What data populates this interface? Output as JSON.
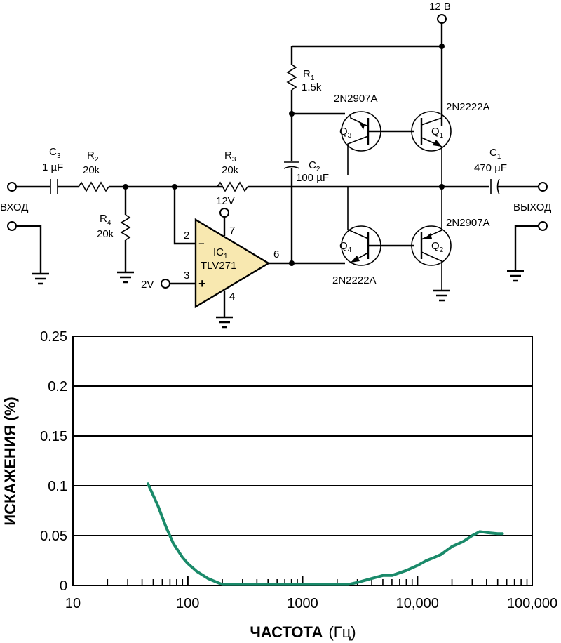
{
  "circuit": {
    "supply_top": "12 В",
    "input_label": "ВХОД",
    "output_label": "ВЫХОД",
    "c3": {
      "name": "C",
      "sub": "3",
      "value": "1 µF"
    },
    "r2": {
      "name": "R",
      "sub": "2",
      "value": "20k"
    },
    "r4": {
      "name": "R",
      "sub": "4",
      "value": "20k"
    },
    "r3": {
      "name": "R",
      "sub": "3",
      "value": "20k"
    },
    "r1": {
      "name": "R",
      "sub": "1",
      "value": "1.5k"
    },
    "c2": {
      "name": "C",
      "sub": "2",
      "value": "100 µF"
    },
    "c1": {
      "name": "C",
      "sub": "1",
      "value": "470 µF"
    },
    "opamp": {
      "name": "IC",
      "sub": "1",
      "part": "TLV271",
      "supply": "12V",
      "ref": "2V",
      "pins": {
        "inv": "2",
        "noninv": "3",
        "vplus": "7",
        "vminus": "4",
        "out": "6"
      },
      "minus": "−",
      "plus": "+"
    },
    "q3": {
      "name": "Q",
      "sub": "3",
      "part": "2N2907A"
    },
    "q1": {
      "name": "Q",
      "sub": "1",
      "part": "2N2222A"
    },
    "q4": {
      "name": "Q",
      "sub": "4",
      "part": "2N2222A"
    },
    "q2": {
      "name": "Q",
      "sub": "2",
      "part": "2N2907A"
    },
    "opamp_fill": "#f8e8b0",
    "trace_color": "#1a8a6a"
  },
  "chart_data": {
    "type": "line",
    "xlabel_bold": "ЧАСТОТА",
    "xlabel_unit": "(Гц)",
    "ylabel": "ИСКАЖЕНИЯ (%)",
    "x_scale": "log",
    "xlim": [
      10,
      100000
    ],
    "ylim": [
      0,
      0.25
    ],
    "x_ticks": [
      "10",
      "100",
      "1000",
      "10,000",
      "100,000"
    ],
    "y_ticks": [
      "0",
      "0.05",
      "0.1",
      "0.15",
      "0.2",
      "0.25"
    ],
    "grid": "horizontal",
    "series": [
      {
        "x": [
          45,
          55,
          65,
          75,
          90,
          100,
          120,
          150,
          200,
          300,
          500,
          1000,
          2000,
          2500,
          3000,
          4000,
          5000,
          6000,
          8000,
          10000,
          12000,
          14000,
          16000,
          20000,
          25000,
          30000,
          35000,
          40000,
          50000,
          55000
        ],
        "y": [
          0.102,
          0.08,
          0.058,
          0.042,
          0.028,
          0.022,
          0.014,
          0.007,
          0.001,
          0.001,
          0.001,
          0.001,
          0.001,
          0.001,
          0.003,
          0.007,
          0.01,
          0.01,
          0.015,
          0.02,
          0.025,
          0.028,
          0.031,
          0.039,
          0.044,
          0.05,
          0.054,
          0.053,
          0.052,
          0.052
        ]
      }
    ]
  }
}
